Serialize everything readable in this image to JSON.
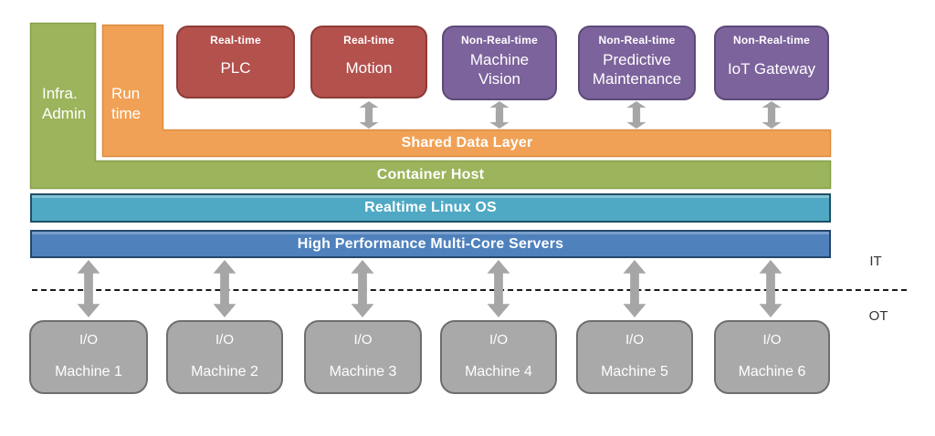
{
  "infra_admin": {
    "label": "Infra.\nAdmin",
    "color": "#9CB45B"
  },
  "runtime": {
    "label": "Run\ntime",
    "color": "#F0A155"
  },
  "top_boxes": [
    {
      "tag": "Real-time",
      "label": "PLC",
      "type": "real-time"
    },
    {
      "tag": "Real-time",
      "label": "Motion",
      "type": "real-time"
    },
    {
      "tag": "Non-Real-time",
      "label": "Machine Vision",
      "type": "non-real-time"
    },
    {
      "tag": "Non-Real-time",
      "label": "Predictive Maintenance",
      "type": "non-real-time"
    },
    {
      "tag": "Non-Real-time",
      "label": "IoT Gateway",
      "type": "non-real-time"
    }
  ],
  "layers": [
    {
      "label": "Shared Data Layer",
      "color": "#F0A155"
    },
    {
      "label": "Container Host",
      "color": "#9CB45B"
    },
    {
      "label": "Realtime Linux OS",
      "color": "#4FA9C4"
    },
    {
      "label": "High Performance Multi-Core Servers",
      "color": "#4F81BD"
    }
  ],
  "zones": {
    "it_label": "IT",
    "ot_label": "OT"
  },
  "machines": [
    {
      "io": "I/O",
      "label": "Machine 1"
    },
    {
      "io": "I/O",
      "label": "Machine 2"
    },
    {
      "io": "I/O",
      "label": "Machine 3"
    },
    {
      "io": "I/O",
      "label": "Machine 4"
    },
    {
      "io": "I/O",
      "label": "Machine 5"
    },
    {
      "io": "I/O",
      "label": "Machine 6"
    }
  ],
  "colors": {
    "real_time_box": "#B3514D",
    "non_real_time_box": "#7C639C",
    "machine_box": "#A9A9A9",
    "arrow": "#A6A6A6",
    "divider": "#1A1A1A"
  }
}
